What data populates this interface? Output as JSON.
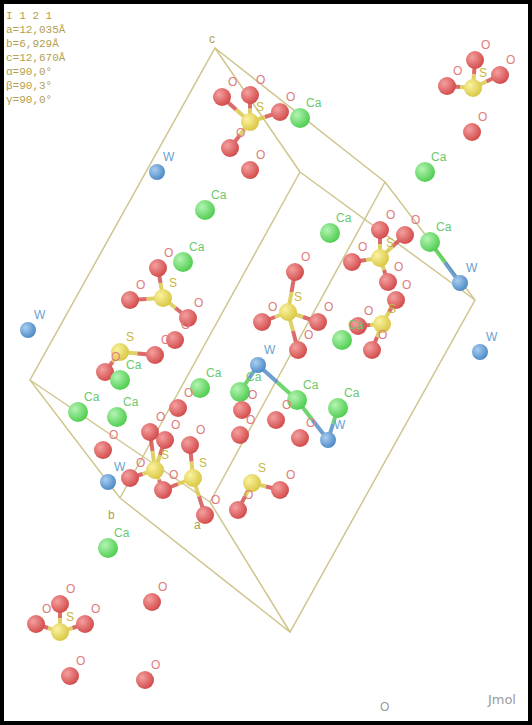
{
  "diagram": {
    "labels": [
      "I 1 2 1",
      "a=12,035Å",
      "b=6,929Å",
      "c=12,670Å",
      "α=90,0°",
      "β=90,3°",
      "γ=90,0°",
      "c",
      "b",
      "a",
      "Jmol",
      "S",
      "O",
      "O",
      "O",
      "O",
      "Ca",
      "S",
      "O",
      "O",
      "O",
      "O",
      "O",
      "Ca",
      "W",
      "Ca",
      "S",
      "O",
      "O",
      "O",
      "O",
      "Ca",
      "S",
      "O",
      "O",
      "Ca",
      "W",
      "S",
      "O",
      "O",
      "O",
      "O",
      "Ca",
      "Ca",
      "W",
      "W",
      "S",
      "O",
      "O",
      "O",
      "O",
      "S",
      "O",
      "O",
      "O",
      "Ca",
      "Ca",
      "Ca",
      "W",
      "Ca",
      "W",
      "Ca",
      "S",
      "S",
      "S",
      "O",
      "O",
      "O",
      "O",
      "O",
      "O",
      "O",
      "O",
      "O",
      "O",
      "O",
      "O",
      "O",
      "Ca",
      "Ca",
      "W",
      "O",
      "Ca",
      "S",
      "O",
      "O",
      "O",
      "O",
      "O",
      "O"
    ]
  }
}
